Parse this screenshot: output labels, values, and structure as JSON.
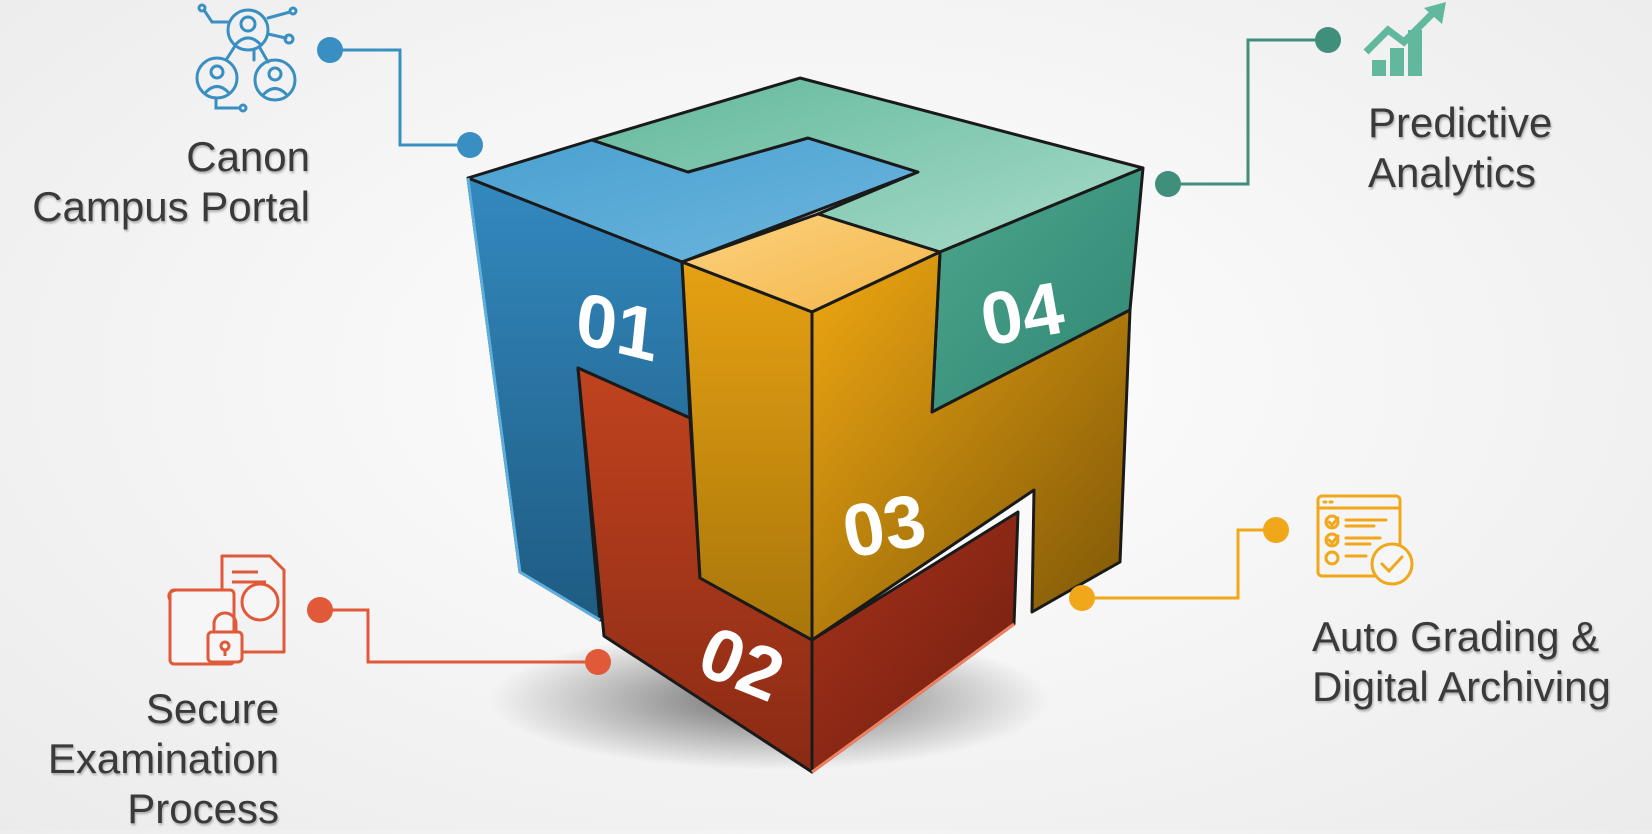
{
  "items": [
    {
      "number": "01",
      "title_lines": [
        "Canon",
        "Campus Portal"
      ],
      "color": "#3a8fc2",
      "icon": "network-people-icon"
    },
    {
      "number": "02",
      "title_lines": [
        "Secure",
        "Examination",
        "Process"
      ],
      "color": "#e05a3a",
      "icon": "secure-document-lock-icon"
    },
    {
      "number": "03",
      "title_lines": [
        "Auto Grading &",
        "Digital Archiving"
      ],
      "color": "#f0a81a",
      "icon": "checklist-grading-icon"
    },
    {
      "number": "04",
      "title_lines": [
        "Predictive",
        "Analytics"
      ],
      "color": "#4ea68e",
      "icon": "growth-chart-icon"
    }
  ]
}
